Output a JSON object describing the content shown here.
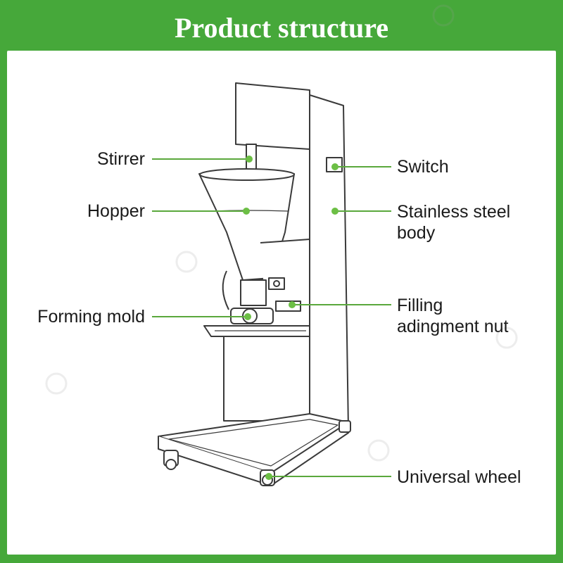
{
  "header": {
    "title": "Product structure"
  },
  "labels": {
    "stirrer": "Stirrer",
    "hopper": "Hopper",
    "forming_mold": "Forming mold",
    "switch": "Switch",
    "body_line1": "Stainless steel",
    "body_line2": "body",
    "filling_line1": "Filling",
    "filling_line2": "adingment nut",
    "wheel": "Universal wheel"
  },
  "colors": {
    "brand_green": "#46a83a",
    "dot_green": "#6cbf45",
    "leader_green": "#5aa83c",
    "outline": "#3a3a3a"
  }
}
